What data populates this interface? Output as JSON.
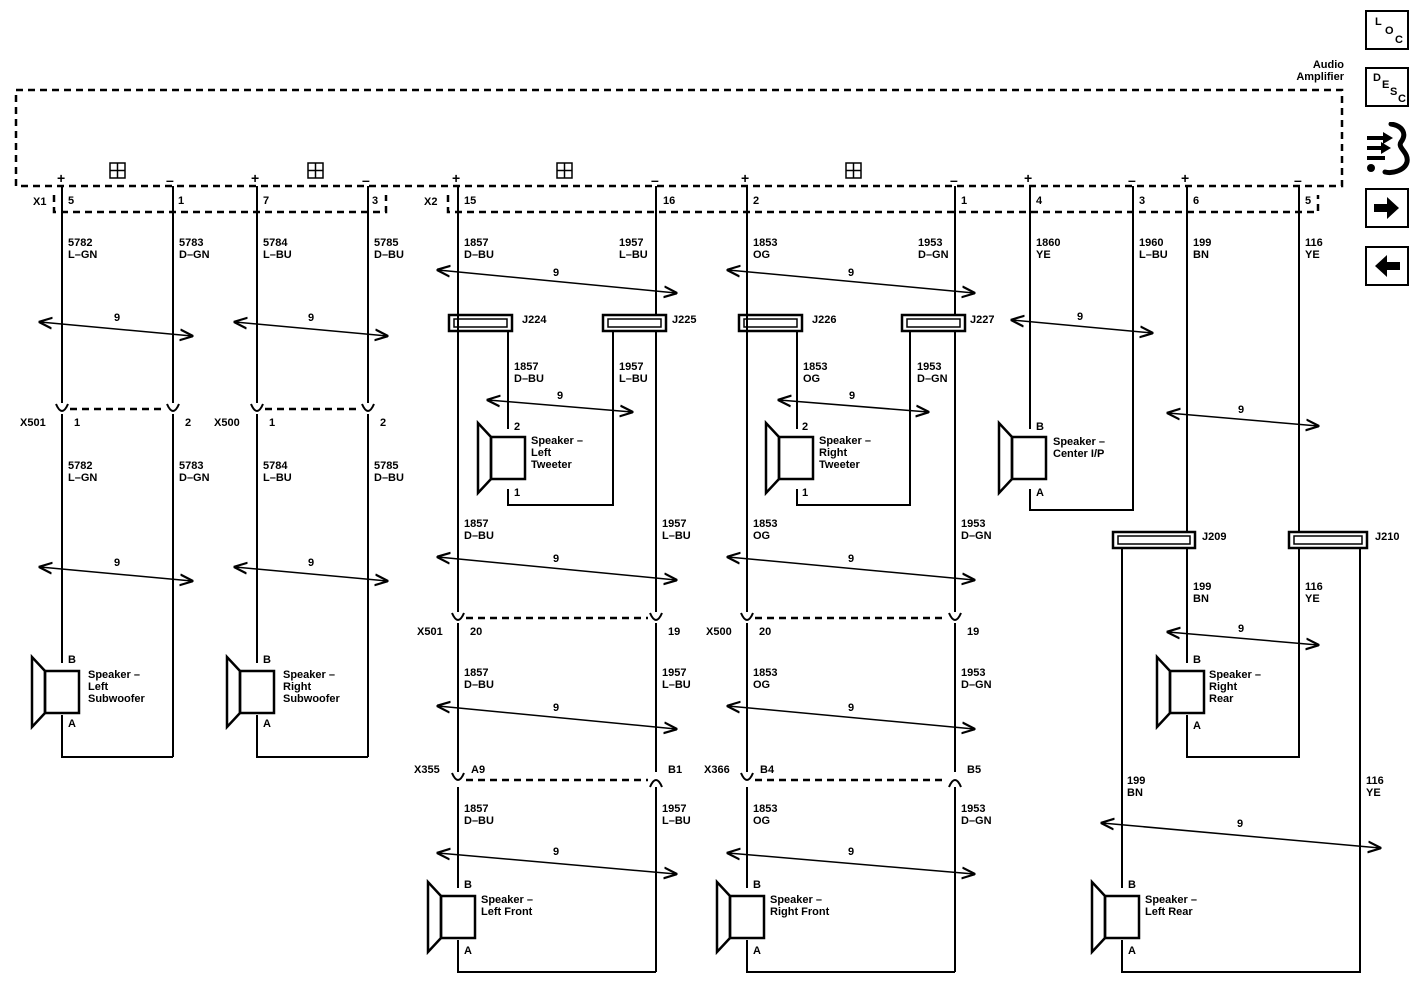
{
  "module": {
    "name_line1": "Audio",
    "name_line2": "Amplifier"
  },
  "connectors": {
    "x1": "X1",
    "x2": "X2"
  },
  "nav": {
    "loc": [
      "L",
      "O",
      "C"
    ],
    "desc": [
      "D",
      "E",
      "S",
      "C"
    ]
  },
  "channels": [
    {
      "plus": "+",
      "minus": "–",
      "pin_plus": "5",
      "pin_minus": "1",
      "w_plus": [
        "5782",
        "L–GN"
      ],
      "w_minus": [
        "5783",
        "D–GN"
      ],
      "twist": "9",
      "inline": {
        "name": "X501",
        "p": "1",
        "m": "2"
      },
      "w2_plus": [
        "5782",
        "L–GN"
      ],
      "w2_minus": [
        "5783",
        "D–GN"
      ],
      "twist2": "9",
      "speaker": [
        "Speaker –",
        "Left",
        "Subwoofer"
      ],
      "pin_b": "B",
      "pin_a": "A"
    },
    {
      "plus": "+",
      "minus": "–",
      "pin_plus": "7",
      "pin_minus": "3",
      "w_plus": [
        "5784",
        "L–BU"
      ],
      "w_minus": [
        "5785",
        "D–BU"
      ],
      "twist": "9",
      "inline": {
        "name": "X500",
        "p": "1",
        "m": "2"
      },
      "w2_plus": [
        "5784",
        "L–BU"
      ],
      "w2_minus": [
        "5785",
        "D–BU"
      ],
      "twist2": "9",
      "speaker": [
        "Speaker –",
        "Right",
        "Subwoofer"
      ],
      "pin_b": "B",
      "pin_a": "A"
    },
    {
      "plus": "+",
      "minus": "–",
      "pin_plus": "15",
      "pin_minus": "16",
      "w_plus": [
        "1857",
        "D–BU"
      ],
      "w_minus": [
        "1957",
        "L–BU"
      ],
      "twist": "9",
      "splice_l": "J224",
      "splice_r": "J225",
      "tw_plus": [
        "1857",
        "D–BU"
      ],
      "tw_minus": [
        "1957",
        "L–BU"
      ],
      "tw_twist": "9",
      "tweeter": [
        "Speaker –",
        "Left",
        "Tweeter"
      ],
      "tw_p2": "2",
      "tw_p1": "1",
      "w2_plus": [
        "1857",
        "D–BU"
      ],
      "w2_minus": [
        "1957",
        "L–BU"
      ],
      "twist2": "9",
      "inline": {
        "name": "X501",
        "p": "20",
        "m": "19"
      },
      "w3_plus": [
        "1857",
        "D–BU"
      ],
      "w3_minus": [
        "1957",
        "L–BU"
      ],
      "twist3": "9",
      "inline2": {
        "name": "X355",
        "p": "A9",
        "m": "B1"
      },
      "w4_plus": [
        "1857",
        "D–BU"
      ],
      "w4_minus": [
        "1957",
        "L–BU"
      ],
      "twist4": "9",
      "speaker": [
        "Speaker –",
        "Left Front"
      ],
      "pin_b": "B",
      "pin_a": "A"
    },
    {
      "plus": "+",
      "minus": "–",
      "pin_plus": "2",
      "pin_minus": "1",
      "w_plus": [
        "1853",
        "OG"
      ],
      "w_minus": [
        "1953",
        "D–GN"
      ],
      "twist": "9",
      "splice_l": "J226",
      "splice_r": "J227",
      "tw_plus": [
        "1853",
        "OG"
      ],
      "tw_minus": [
        "1953",
        "D–GN"
      ],
      "tw_twist": "9",
      "tweeter": [
        "Speaker –",
        "Right",
        "Tweeter"
      ],
      "tw_p2": "2",
      "tw_p1": "1",
      "w2_plus": [
        "1853",
        "OG"
      ],
      "w2_minus": [
        "1953",
        "D–GN"
      ],
      "twist2": "9",
      "inline": {
        "name": "X500",
        "p": "20",
        "m": "19"
      },
      "w3_plus": [
        "1853",
        "OG"
      ],
      "w3_minus": [
        "1953",
        "D–GN"
      ],
      "twist3": "9",
      "inline2": {
        "name": "X366",
        "p": "B4",
        "m": "B5"
      },
      "w4_plus": [
        "1853",
        "OG"
      ],
      "w4_minus": [
        "1953",
        "D–GN"
      ],
      "twist4": "9",
      "speaker": [
        "Speaker –",
        "Right Front"
      ],
      "pin_b": "B",
      "pin_a": "A"
    },
    {
      "plus": "+",
      "minus": "–",
      "pin_plus": "4",
      "pin_minus": "3",
      "w_plus": [
        "1860",
        "YE"
      ],
      "w_minus": [
        "1960",
        "L–BU"
      ],
      "twist": "9",
      "speaker": [
        "Speaker –",
        "Center I/P"
      ],
      "pin_b": "B",
      "pin_a": "A"
    },
    {
      "plus": "+",
      "minus": "–",
      "pin_plus": "6",
      "pin_minus": "5",
      "w_plus": [
        "199",
        "BN"
      ],
      "w_minus": [
        "116",
        "YE"
      ],
      "twist": "9",
      "splice_l": "J209",
      "splice_r": "J210",
      "w2_plus": [
        "199",
        "BN"
      ],
      "w2_minus": [
        "116",
        "YE"
      ],
      "twist2": "9",
      "speaker_rr": [
        "Speaker –",
        "Right",
        "Rear"
      ],
      "w3_plus": [
        "199",
        "BN"
      ],
      "w3_minus": [
        "116",
        "YE"
      ],
      "twist3": "9",
      "speaker_lr": [
        "Speaker –",
        "Left Rear"
      ],
      "pin_b": "B",
      "pin_a": "A"
    }
  ]
}
